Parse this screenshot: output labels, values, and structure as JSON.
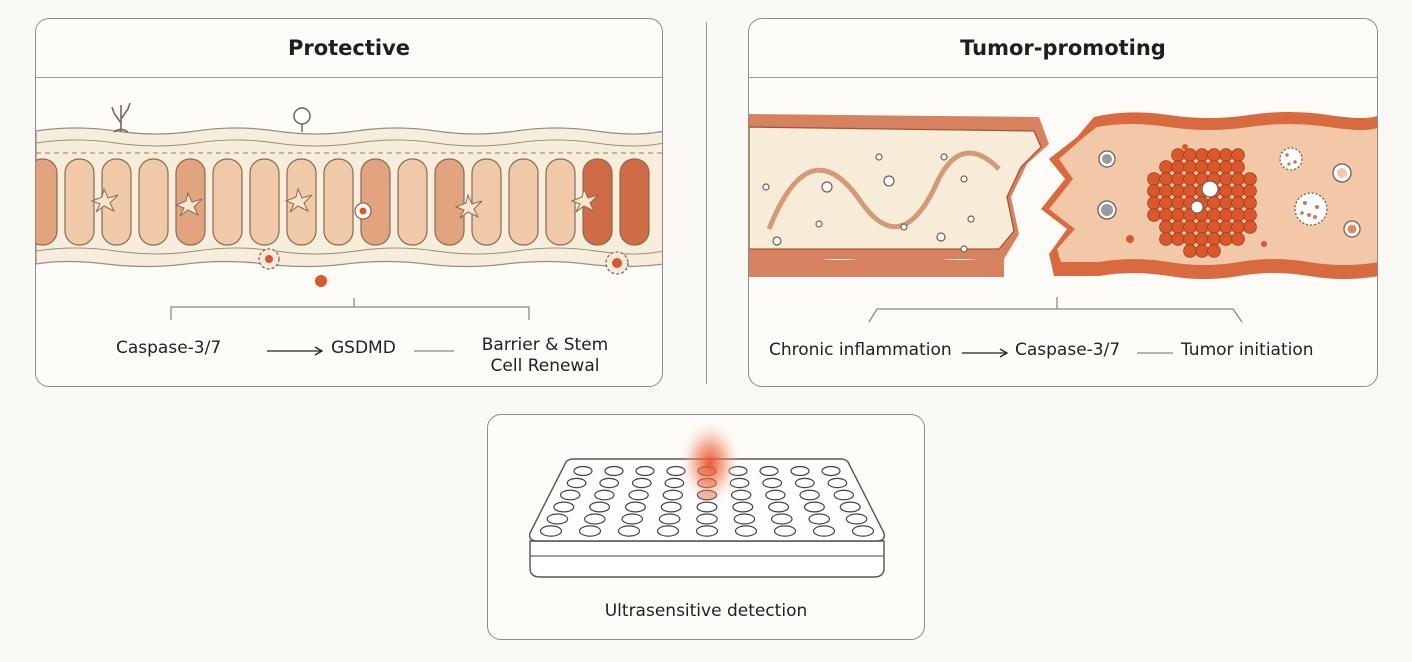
{
  "panels": {
    "protective": {
      "title": "Protective",
      "labels": {
        "step1": "Caspase-3/7",
        "step2": "GSDMD",
        "step3_line1": "Barrier & Stem",
        "step3_line2": "Cell Renewal"
      }
    },
    "tumor": {
      "title": "Tumor-promoting",
      "labels": {
        "step1": "Chronic inflammation",
        "step2": "Caspase-3/7",
        "step3": "Tumor initiation"
      }
    },
    "detection": {
      "caption": "Ultrasensitive detection"
    }
  },
  "colors": {
    "cell_light": "#efc9a8",
    "cell_mid": "#e2a47f",
    "cell_dark": "#cf6c45",
    "accent_orange": "#d9572a",
    "tissue_cream": "#f6ecd8",
    "border_gray": "#8c8c8c"
  },
  "icons": {
    "arrow": "long-right-arrow",
    "connector": "dash-line"
  }
}
